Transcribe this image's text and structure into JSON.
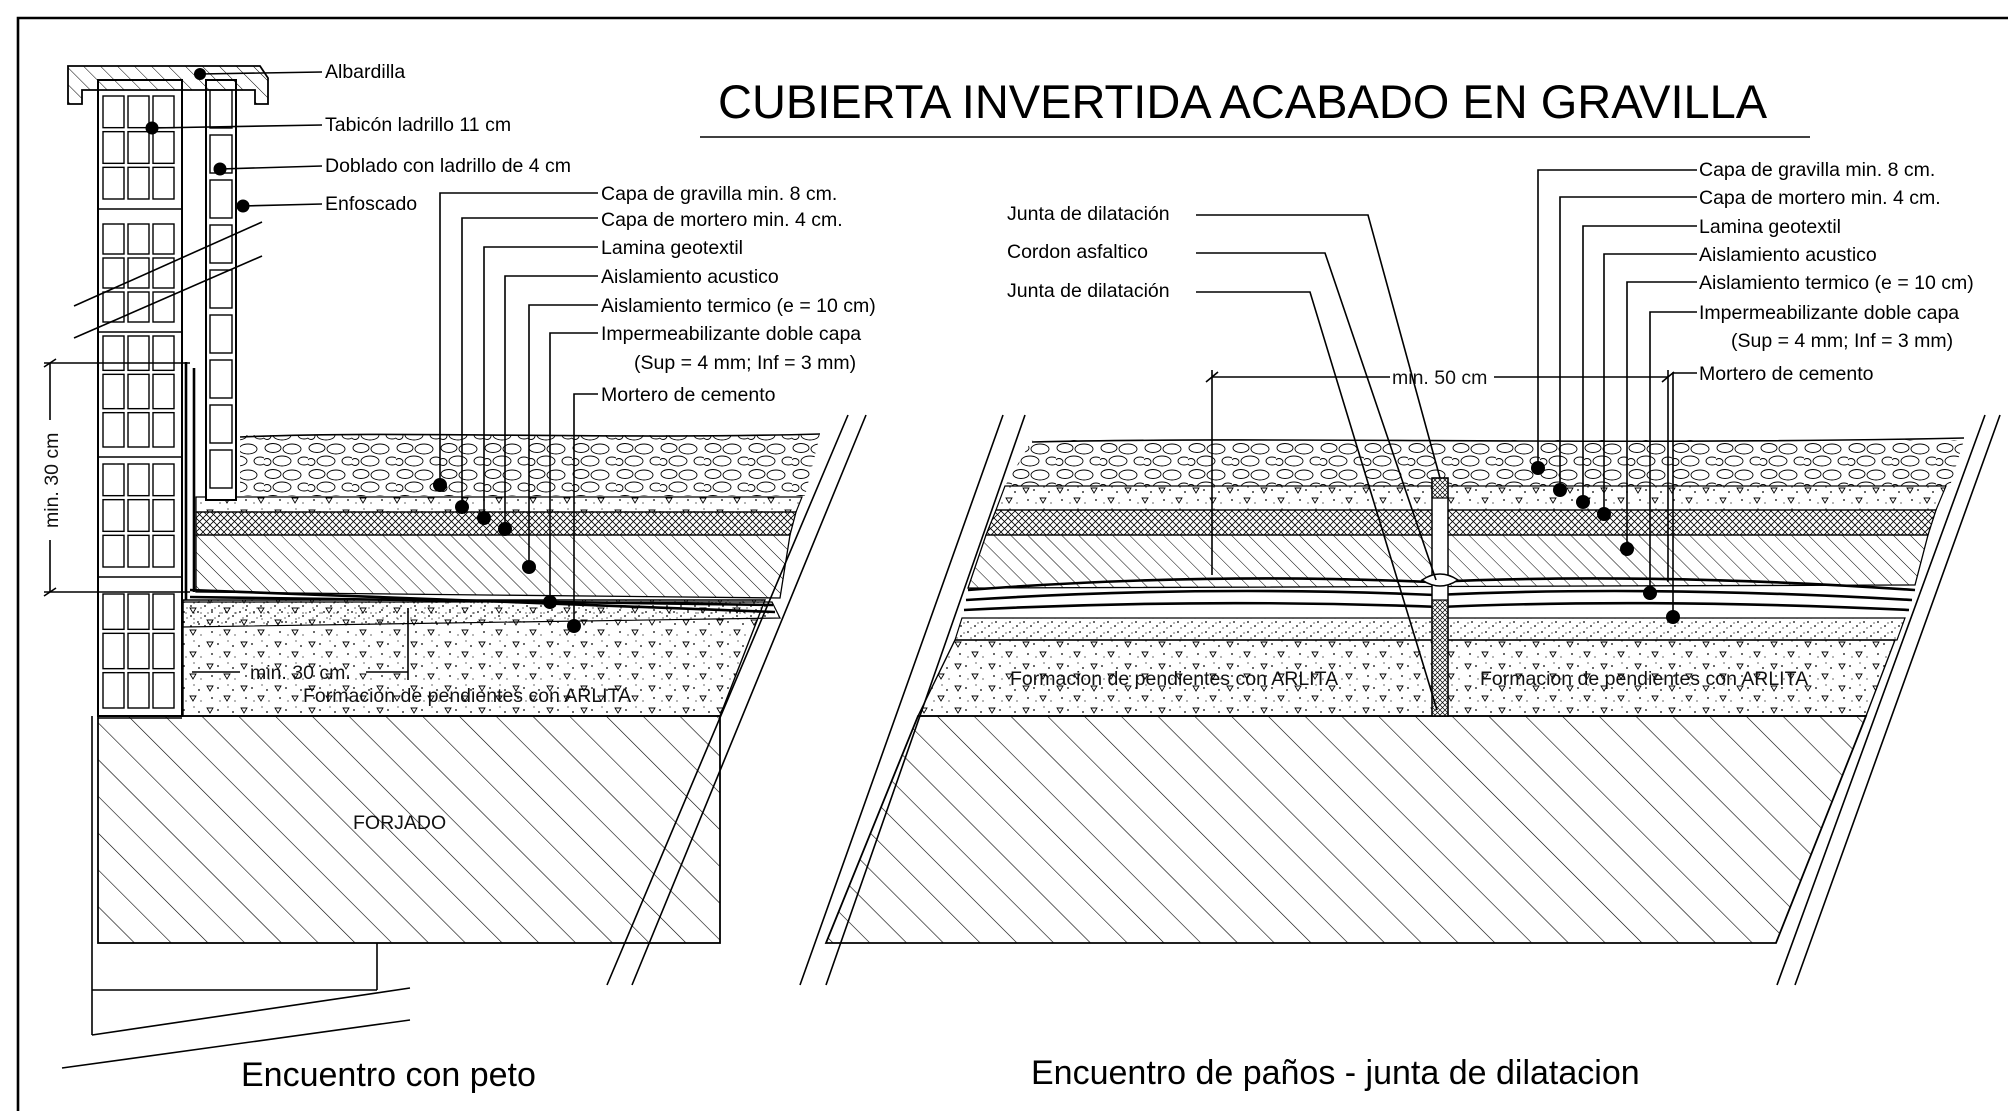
{
  "title": "CUBIERTA INVERTIDA ACABADO EN GRAVILLA",
  "left_detail": {
    "caption": "Encuentro con peto",
    "labels": {
      "albardilla": "Albardilla",
      "tabicon": "Tabicón ladrillo 11 cm",
      "doblado": "Doblado con ladrillo de 4 cm",
      "enfoscado": "Enfoscado",
      "gravilla": "Capa de gravilla min. 8 cm.",
      "mortero": "Capa de mortero min. 4 cm.",
      "geotextil": "Lamina geotextil",
      "acustico": "Aislamiento acustico",
      "termico": "Aislamiento termico (e = 10 cm)",
      "imper1": "Impermeabilizante doble capa",
      "imper2": "(Sup = 4 mm; Inf = 3 mm)",
      "mortero_cemento": "Mortero de cemento"
    },
    "dim_vertical": "min. 30 cm",
    "dim_horizontal": "min. 30 cm.",
    "pendientes": "Formacion de pendientes con ARLITA",
    "forjado": "FORJADO"
  },
  "right_detail": {
    "caption": "Encuentro de paños - junta de dilatacion",
    "labels": {
      "junta1": "Junta de dilatación",
      "cordon": "Cordon asfaltico",
      "junta2": "Junta de dilatación",
      "gravilla": "Capa de gravilla min. 8 cm.",
      "mortero": "Capa de mortero min. 4 cm.",
      "geotextil": "Lamina geotextil",
      "acustico": "Aislamiento acustico",
      "termico": "Aislamiento termico (e = 10 cm)",
      "imper1": "Impermeabilizante doble capa",
      "imper2": "(Sup = 4 mm; Inf = 3 mm)",
      "mortero_cemento": "Mortero de cemento"
    },
    "dim_horizontal": "min. 50 cm",
    "pendientes_left": "Formacion de pendientes con ARLITA",
    "pendientes_right": "Formacion de pendientes con ARLITA"
  }
}
